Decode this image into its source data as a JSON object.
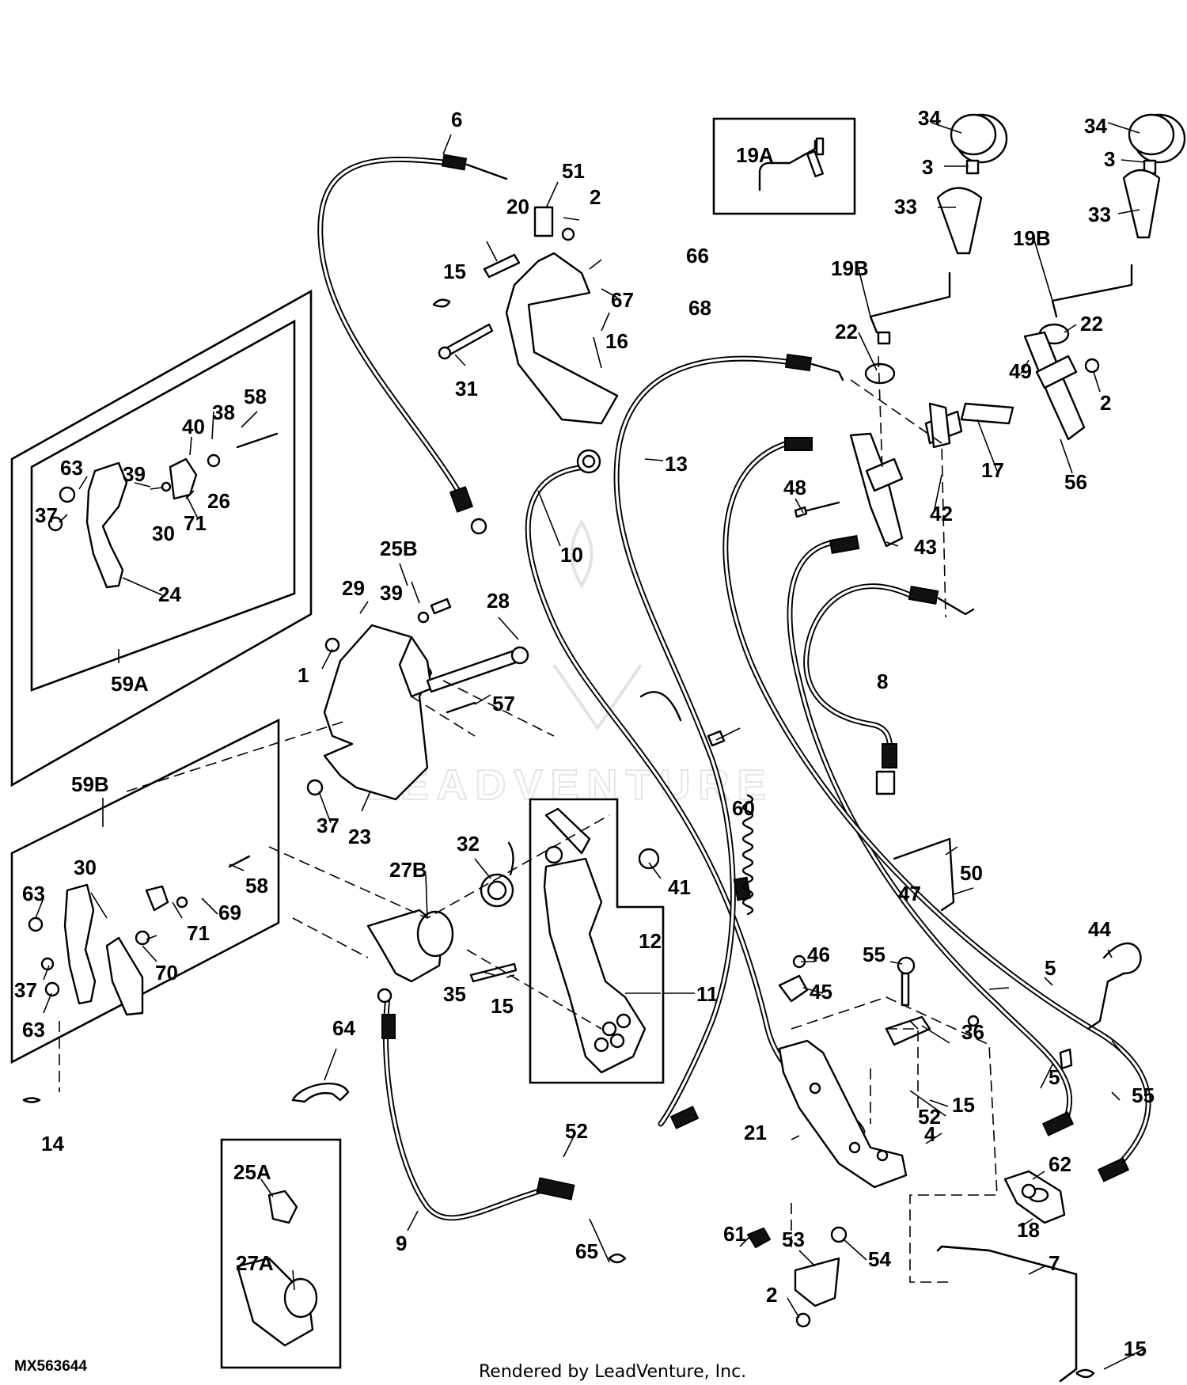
{
  "diagram": {
    "id_code": "MX563644",
    "credit": "Rendered by LeadVenture, Inc.",
    "watermark": "LEADVENTURE",
    "callouts": {
      "c1": "1",
      "c2a": "2",
      "c2b": "2",
      "c2c": "2",
      "c3a": "3",
      "c3b": "3",
      "c4": "4",
      "c5a": "5",
      "c5b": "5",
      "c6": "6",
      "c7": "7",
      "c8": "8",
      "c9": "9",
      "c10": "10",
      "c11": "11",
      "c12": "12",
      "c13": "13",
      "c14": "14",
      "c15a": "15",
      "c15b": "15",
      "c15c": "15",
      "c15d": "15",
      "c16": "16",
      "c17": "17",
      "c18": "18",
      "c19A": "19A",
      "c19Ba": "19B",
      "c19Bb": "19B",
      "c20": "20",
      "c21": "21",
      "c22a": "22",
      "c22b": "22",
      "c23": "23",
      "c24": "24",
      "c25A": "25A",
      "c25B": "25B",
      "c26": "26",
      "c27A": "27A",
      "c27B": "27B",
      "c28": "28",
      "c29": "29",
      "c30a": "30",
      "c30b": "30",
      "c31": "31",
      "c32": "32",
      "c33a": "33",
      "c33b": "33",
      "c34a": "34",
      "c34b": "34",
      "c35": "35",
      "c36": "36",
      "c37a": "37",
      "c37b": "37",
      "c37c": "37",
      "c38": "38",
      "c39a": "39",
      "c39b": "39",
      "c40": "40",
      "c41": "41",
      "c42": "42",
      "c43": "43",
      "c44": "44",
      "c45": "45",
      "c46": "46",
      "c47": "47",
      "c48": "48",
      "c49": "49",
      "c50": "50",
      "c51": "51",
      "c52a": "52",
      "c52b": "52",
      "c53": "53",
      "c54": "54",
      "c55a": "55",
      "c55b": "55",
      "c56": "56",
      "c57": "57",
      "c58a": "58",
      "c58b": "58",
      "c59A": "59A",
      "c59B": "59B",
      "c60": "60",
      "c61": "61",
      "c62": "62",
      "c63a": "63",
      "c63b": "63",
      "c63c": "63",
      "c64": "64",
      "c65": "65",
      "c66": "66",
      "c67": "67",
      "c68": "68",
      "c69": "69",
      "c70": "70",
      "c71a": "71",
      "c71b": "71"
    }
  }
}
